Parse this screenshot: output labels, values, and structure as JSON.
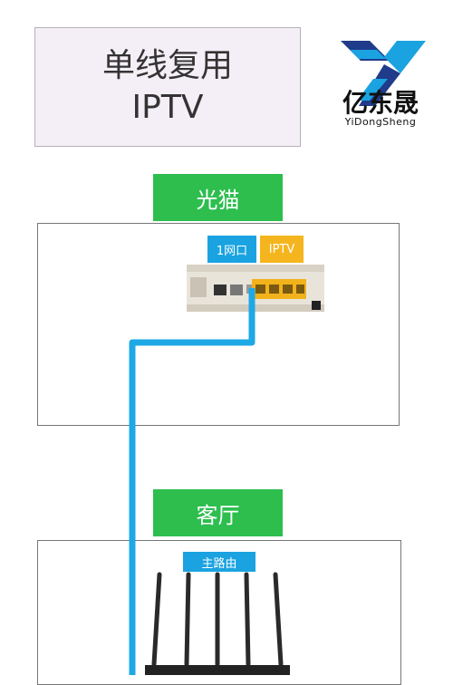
{
  "title": {
    "line1": "单线复用",
    "line2": "IPTV"
  },
  "logo": {
    "name": "亿东晟",
    "sub": "YiDongSheng"
  },
  "modem_section": {
    "label": "光猫",
    "port_tag": "1网口",
    "iptv_tag": "IPTV"
  },
  "living_room_section": {
    "label": "客厅",
    "router_tag": "主路由"
  },
  "colors": {
    "green": "#2dbe4e",
    "blue": "#1aa3e0",
    "orange": "#f5b51e",
    "cable": "#1ea8e6"
  }
}
